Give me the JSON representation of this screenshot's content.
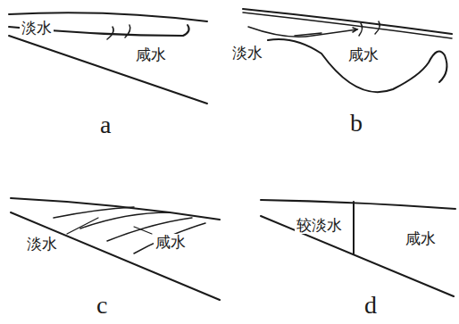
{
  "diagram": {
    "labels": [
      "淡水",
      "咸水",
      "a",
      "淡水",
      "咸水",
      "b",
      "淡水",
      "咸水",
      "c",
      "较淡水",
      "咸水",
      "d"
    ]
  }
}
